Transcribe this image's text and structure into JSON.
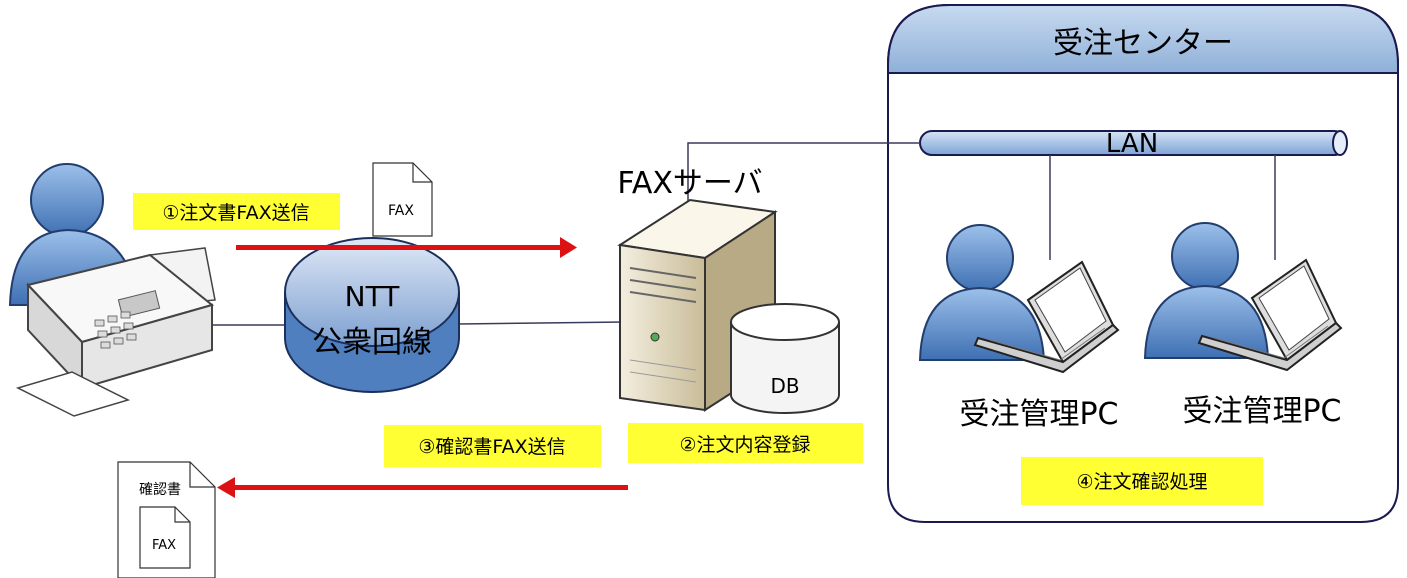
{
  "center": {
    "title": "受注センター",
    "lan_label": "LAN"
  },
  "server": {
    "label": "FAXサーバ",
    "db_label": "DB"
  },
  "network": {
    "line1": "NTT",
    "line2": "公衆回線"
  },
  "steps": {
    "step1": "①注文書FAX送信",
    "step2": "②注文内容登録",
    "step3": "③確認書FAX送信",
    "step4": "④注文確認処理"
  },
  "documents": {
    "fax_doc": "FAX",
    "confirm_doc": "確認書",
    "confirm_inner_doc": "FAX"
  },
  "clients": [
    {
      "label": "受注管理PC"
    },
    {
      "label": "受注管理PC"
    }
  ],
  "colors": {
    "highlight": "#ffff33",
    "arrow": "#dd1111",
    "person_blue": "#5b8bc5",
    "panel_header": "#a9c4e4"
  }
}
